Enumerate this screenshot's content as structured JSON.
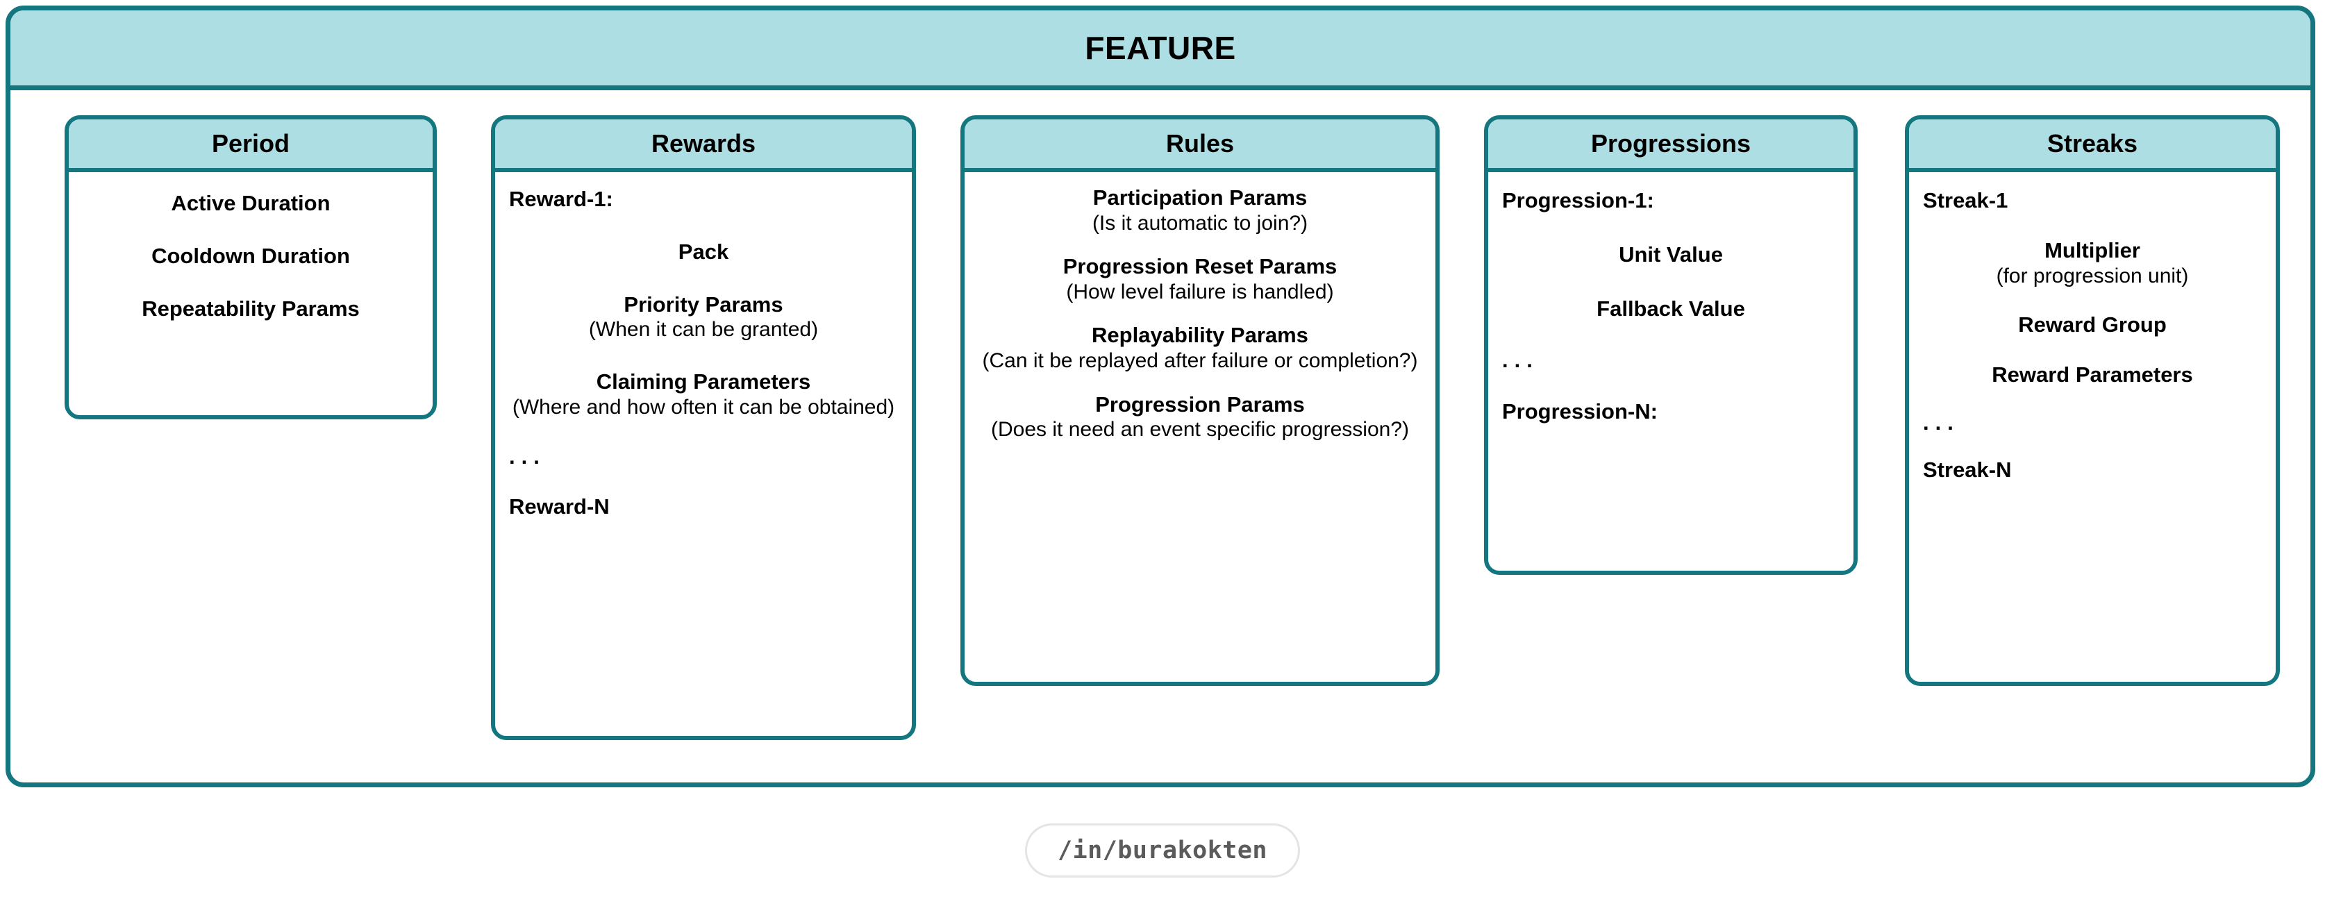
{
  "header": {
    "title": "FEATURE"
  },
  "colors": {
    "border_teal": "#14777F",
    "header_fill": "#ADDEE3",
    "card_fill": "#FFFFFF",
    "text": "#000000",
    "badge_text": "#5B5B5B",
    "badge_border": "#E4E4E4"
  },
  "cards": [
    {
      "id": "period",
      "title": "Period",
      "entries": [
        {
          "label": "Active Duration",
          "desc": "",
          "align": "center"
        },
        {
          "label": "Cooldown Duration",
          "desc": "",
          "align": "center"
        },
        {
          "label": "Repeatability Params",
          "desc": "",
          "align": "center"
        }
      ]
    },
    {
      "id": "rewards",
      "title": "Rewards",
      "entries": [
        {
          "label": "Reward-1:",
          "desc": "",
          "align": "left"
        },
        {
          "label": "Pack",
          "desc": "",
          "align": "center"
        },
        {
          "label": "Priority Params",
          "desc": "(When it can be granted)",
          "align": "center"
        },
        {
          "label": "Claiming Parameters",
          "desc": "(Where and how often it can be obtained)",
          "align": "center"
        },
        {
          "label": "...",
          "desc": "",
          "align": "left",
          "is_ellipsis": true
        },
        {
          "label": "Reward-N",
          "desc": "",
          "align": "left"
        }
      ]
    },
    {
      "id": "rules",
      "title": "Rules",
      "entries": [
        {
          "label": "Participation Params",
          "desc": "(Is it automatic to join?)",
          "align": "center"
        },
        {
          "label": "Progression Reset Params",
          "desc": "(How level failure is handled)",
          "align": "center"
        },
        {
          "label": "Replayability Params",
          "desc": "(Can it be replayed after failure or completion?)",
          "align": "center"
        },
        {
          "label": "Progression Params",
          "desc": "(Does it need an event specific progression?)",
          "align": "center"
        }
      ]
    },
    {
      "id": "progressions",
      "title": "Progressions",
      "entries": [
        {
          "label": "Progression-1:",
          "desc": "",
          "align": "left"
        },
        {
          "label": "Unit Value",
          "desc": "",
          "align": "center"
        },
        {
          "label": "Fallback Value",
          "desc": "",
          "align": "center"
        },
        {
          "label": "...",
          "desc": "",
          "align": "left",
          "is_ellipsis": true
        },
        {
          "label": "Progression-N:",
          "desc": "",
          "align": "left"
        }
      ]
    },
    {
      "id": "streaks",
      "title": "Streaks",
      "entries": [
        {
          "label": "Streak-1",
          "desc": "",
          "align": "left"
        },
        {
          "label": "Multiplier",
          "desc": "(for progression unit)",
          "align": "center"
        },
        {
          "label": "Reward Group",
          "desc": "",
          "align": "center"
        },
        {
          "label": "Reward Parameters",
          "desc": "",
          "align": "center"
        },
        {
          "label": "...",
          "desc": "",
          "align": "left",
          "is_ellipsis": true
        },
        {
          "label": "Streak-N",
          "desc": "",
          "align": "left"
        }
      ]
    }
  ],
  "footer": {
    "handle": "/in/burakokten"
  }
}
